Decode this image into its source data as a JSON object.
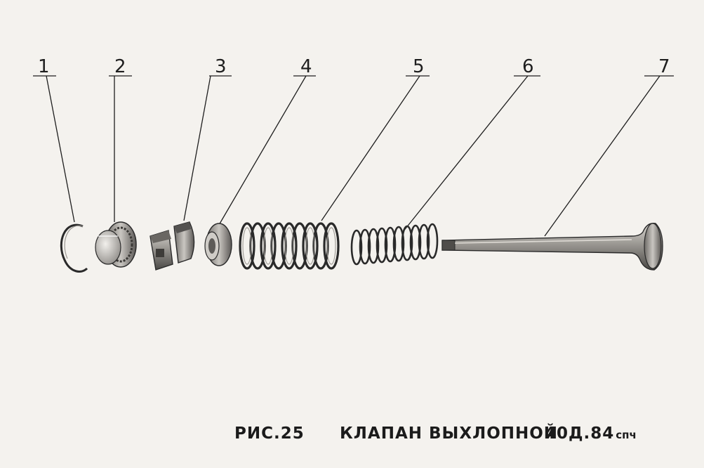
{
  "figure_label": "РИС.25",
  "figure_title": "КЛАПАН ВЫХЛОПНОЙ",
  "part_code": "40Д.84",
  "part_code_suffix": "спч",
  "parts": [
    {
      "number": "1",
      "icon": "retaining-ring-icon"
    },
    {
      "number": "2",
      "icon": "spring-cap-icon"
    },
    {
      "number": "3",
      "icon": "split-cone-icon"
    },
    {
      "number": "4",
      "icon": "spring-washer-icon"
    },
    {
      "number": "5",
      "icon": "outer-spring-icon"
    },
    {
      "number": "6",
      "icon": "inner-spring-icon"
    },
    {
      "number": "7",
      "icon": "exhaust-valve-icon"
    }
  ],
  "colors": {
    "ink": "#1e1e1e",
    "paper": "#f4f2ee",
    "metal": "#8a8784"
  }
}
